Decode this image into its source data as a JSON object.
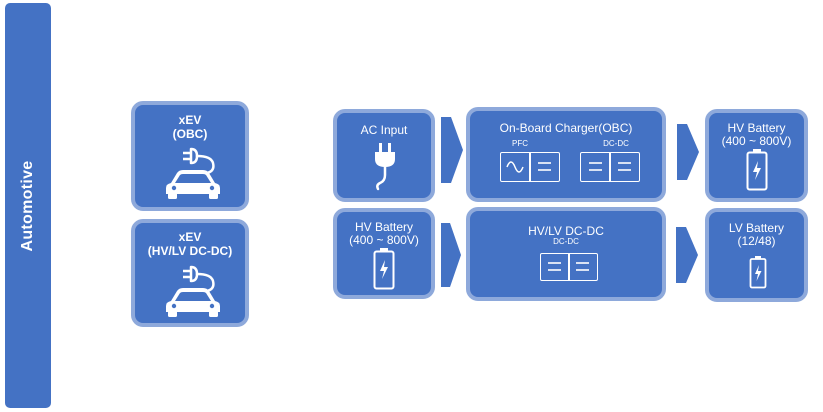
{
  "sidebar": {
    "label": "Automotive"
  },
  "left_cards": [
    {
      "title": "xEV",
      "subtitle": "(OBC)"
    },
    {
      "title": "xEV",
      "subtitle": "(HV/LV DC-DC)"
    }
  ],
  "row1": {
    "input": {
      "label": "AC Input"
    },
    "converter": {
      "title": "On-Board Charger(OBC)",
      "stage1": "PFC",
      "stage2": "DC-DC"
    },
    "output": {
      "title": "HV Battery",
      "subtitle": "(400 ~ 800V)"
    }
  },
  "row2": {
    "input": {
      "title": "HV Battery",
      "subtitle": "(400 ~ 800V)"
    },
    "converter": {
      "title": "HV/LV DC-DC",
      "subtitle": "DC-DC"
    },
    "output": {
      "title": "LV Battery",
      "subtitle": "(12/48)"
    }
  },
  "icons": [
    "car-charging-icon",
    "plug-icon",
    "battery-icon",
    "ac-wave-icon",
    "dc-icon",
    "arrow-right-icon"
  ],
  "colors": {
    "primary": "#4472c4",
    "border": "#8ea9db",
    "text": "#ffffff"
  }
}
